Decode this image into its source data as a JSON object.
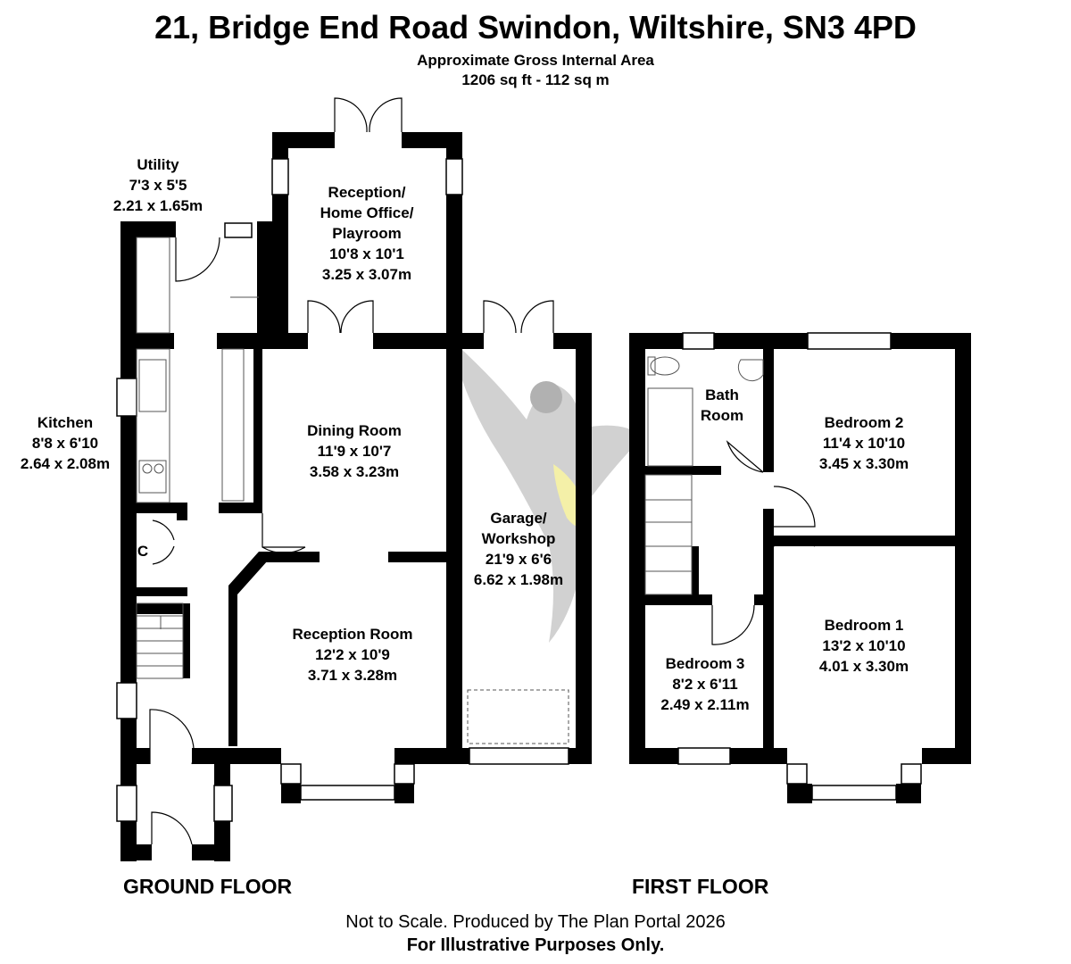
{
  "title": "21, Bridge End Road Swindon, Wiltshire, SN3 4PD",
  "area_heading": "Approximate Gross Internal Area",
  "area_value": "1206 sq ft - 112 sq m",
  "floors": {
    "ground": "GROUND FLOOR",
    "first": "FIRST FLOOR"
  },
  "rooms": {
    "utility": {
      "name": "Utility",
      "imperial": "7'3 x 5'5",
      "metric": "2.21 x 1.65m"
    },
    "reception_office": {
      "name1": "Reception/",
      "name2": "Home Office/",
      "name3": "Playroom",
      "imperial": "10'8 x 10'1",
      "metric": "3.25 x 3.07m"
    },
    "kitchen": {
      "name": "Kitchen",
      "imperial": "8'8 x 6'10",
      "metric": "2.64 x 2.08m"
    },
    "cupboard": {
      "name": "C"
    },
    "dining": {
      "name": "Dining Room",
      "imperial": "11'9 x 10'7",
      "metric": "3.58 x 3.23m"
    },
    "garage": {
      "name1": "Garage/",
      "name2": "Workshop",
      "imperial": "21'9 x 6'6",
      "metric": "6.62 x 1.98m"
    },
    "reception_room": {
      "name": "Reception Room",
      "imperial": "12'2 x 10'9",
      "metric": "3.71 x 3.28m"
    },
    "bathroom": {
      "name1": "Bath",
      "name2": "Room"
    },
    "bedroom2": {
      "name": "Bedroom 2",
      "imperial": "11'4 x 10'10",
      "metric": "3.45 x 3.30m"
    },
    "bedroom1": {
      "name": "Bedroom 1",
      "imperial": "13'2 x 10'10",
      "metric": "4.01 x 3.30m"
    },
    "bedroom3": {
      "name": "Bedroom 3",
      "imperial": "8'2 x 6'11",
      "metric": "2.49 x 2.11m"
    }
  },
  "footer": {
    "note": "Not to Scale. Produced by The Plan Portal 2026",
    "disclaimer": "For Illustrative Purposes Only."
  },
  "colors": {
    "wall": "#000000",
    "fixture_stroke": "#555555",
    "watermark_yellow": "#e8e040"
  }
}
